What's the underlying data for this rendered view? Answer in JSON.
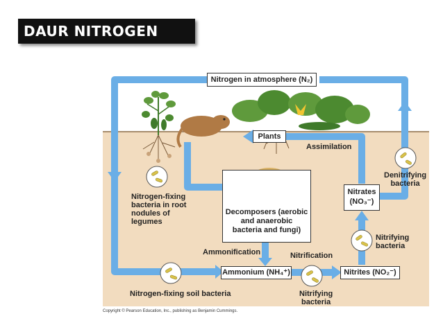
{
  "slide_title": "DAUR NITROGEN",
  "diagram": {
    "boxes": {
      "atmosphere": "Nitrogen in atmosphere (N₂)",
      "plants": "Plants",
      "nitrates": "Nitrates\n(NO₃⁻)",
      "ammonium": "Ammonium (NH₄⁺)",
      "nitrites": "Nitrites (NO₂⁻)",
      "decomposers": "Decomposers (aerobic\nand anaerobic\nbacteria and fungi)"
    },
    "labels": {
      "assimilation": "Assimilation",
      "denitrifying": "Denitrifying\nbacteria",
      "nitrifying_right": "Nitrifying\nbacteria",
      "nitrogen_fixing_root": "Nitrogen-fixing\nbacteria in root\nnodules of\nlegumes",
      "ammonification": "Ammonification",
      "nitrification": "Nitrification",
      "nitrogen_fixing_soil": "Nitrogen-fixing soil bacteria",
      "nitrifying_bottom": "Nitrifying\nbacteria"
    },
    "copyright": "Copyright © Pearson Education, Inc., publishing as Benjamin Cummings."
  },
  "colors": {
    "arrow": "#6aaee6",
    "soil": "#f2dcbf",
    "leaf": "#5f9a3c",
    "bacteria": "#d9c24a",
    "box_border": "#333333"
  }
}
